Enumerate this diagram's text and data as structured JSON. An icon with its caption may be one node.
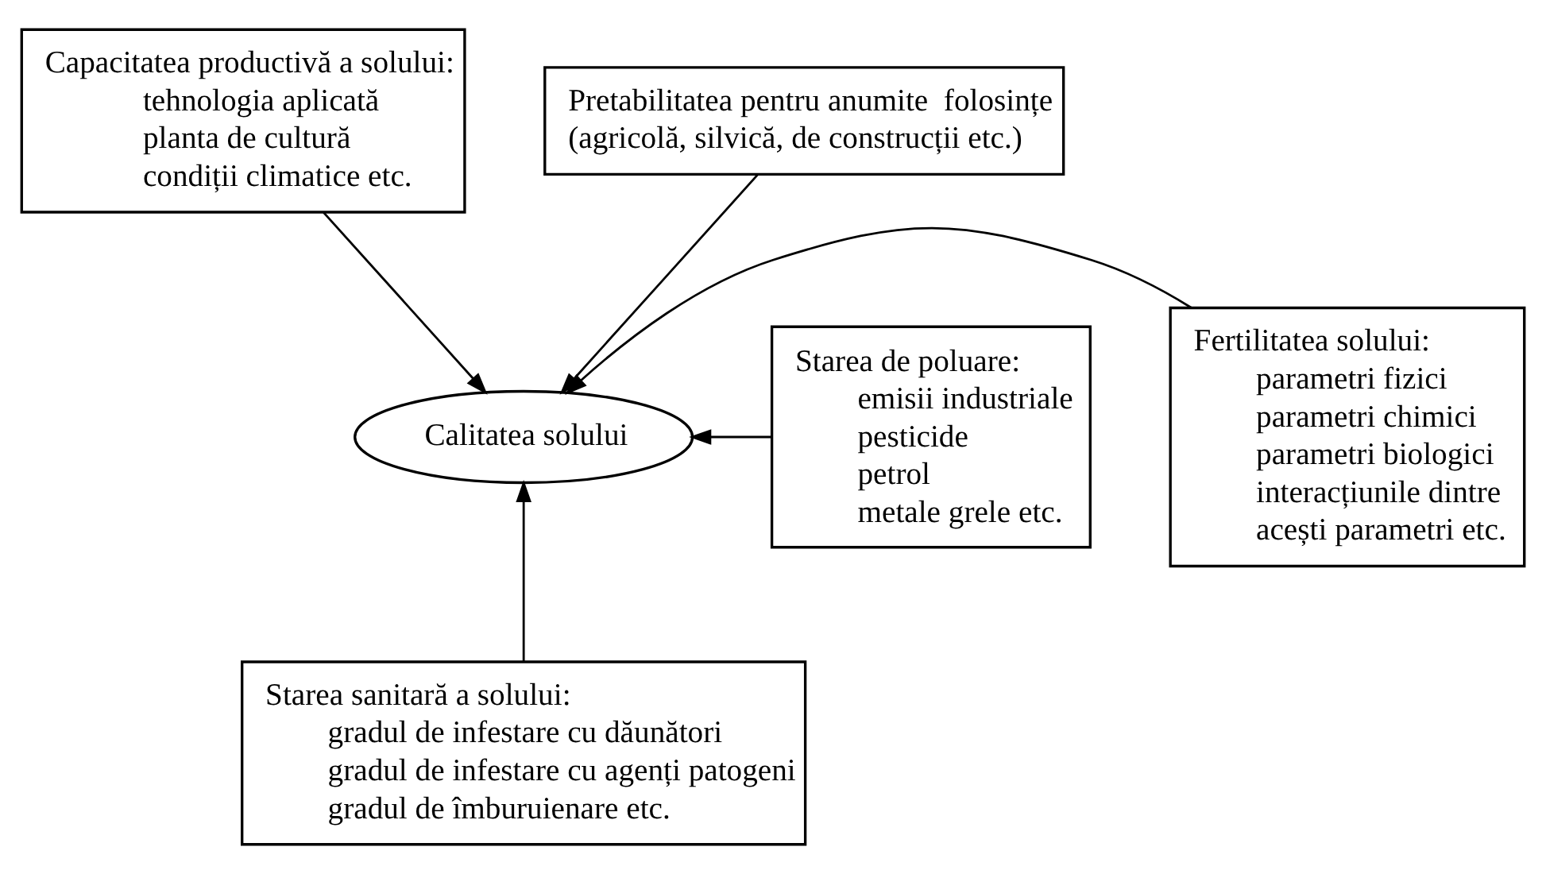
{
  "diagram": {
    "nodes": [
      {
        "text": [
          "Capacitatea productivă a solului:",
          "tehnologia aplicată",
          "planta de cultură",
          "condiții climatice etc."
        ]
      },
      {
        "text": [
          "Pretabilitatea pentru anumite  folosințe (agricolă, silvică, de construcții etc.)"
        ]
      },
      {
        "text": [
          "Starea de poluare:",
          "emisii industriale",
          "pesticide",
          "petrol",
          "metale grele etc."
        ]
      },
      {
        "text": [
          "Fertilitatea solului:",
          "parametri fizici",
          "parametri chimici",
          "parametri biologici",
          "interacțiunile dintre acești parametri etc."
        ]
      },
      {
        "text": [
          "Calitatea solului"
        ]
      },
      {
        "text": [
          "Starea sanitară a solului:",
          "gradul de infestare cu dăunători",
          "gradul de infestare cu agenți patogeni",
          "gradul de îmburuienare etc."
        ]
      }
    ],
    "edges": [
      {
        "from": 1,
        "to": 4,
        "arrow": "to"
      },
      {
        "from": 0,
        "to": 4,
        "arrow": "to"
      },
      {
        "from": 2,
        "to": 4,
        "arrow": "to"
      },
      {
        "from": 3,
        "to": 4,
        "arrow": "to"
      },
      {
        "from": 5,
        "to": 4,
        "arrow": "to"
      }
    ]
  }
}
